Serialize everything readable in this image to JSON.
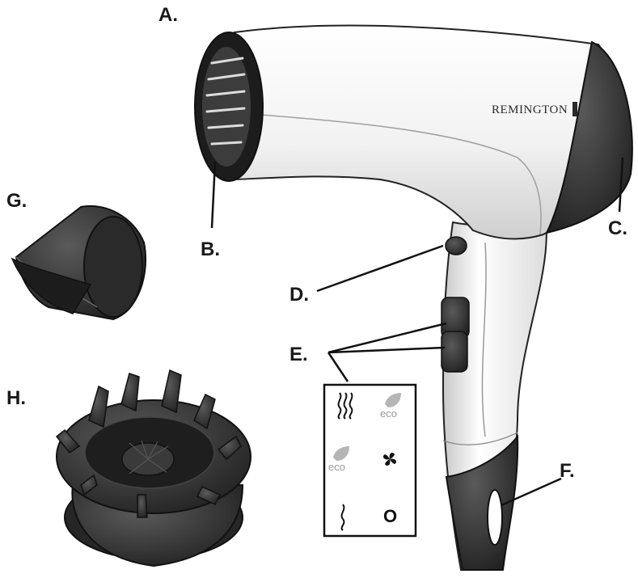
{
  "brand": "REMINGTON",
  "labels": {
    "a": "A.",
    "b": "B.",
    "c": "C.",
    "d": "D.",
    "e": "E.",
    "f": "F.",
    "g": "G.",
    "h": "H."
  },
  "control_panel": {
    "eco_top": "eco",
    "eco_left": "eco",
    "off_symbol": "O",
    "icons": [
      "heat-high-icon",
      "eco-leaf-icon",
      "eco-leaf-icon",
      "fan-icon",
      "heat-low-icon",
      "off-symbol"
    ]
  },
  "colors": {
    "body": "#f4f4f4",
    "dark": "#2b2b2b",
    "outline": "#111111"
  }
}
